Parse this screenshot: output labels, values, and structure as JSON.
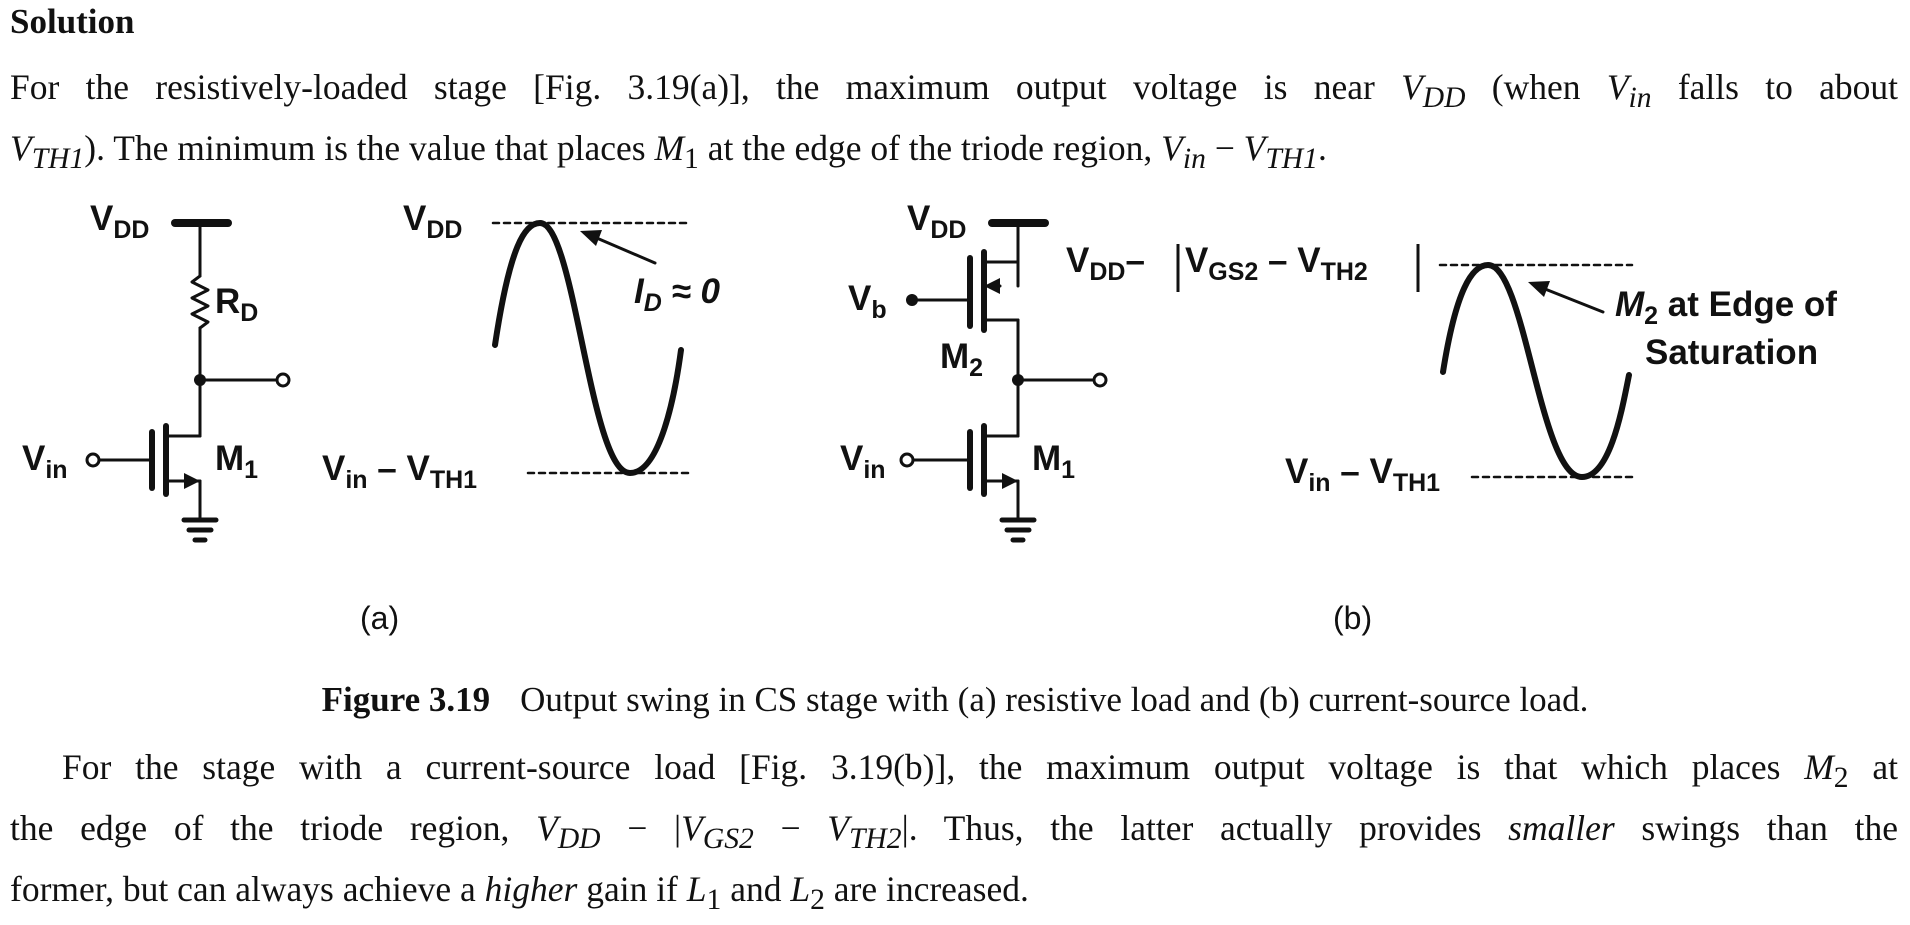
{
  "heading": "Solution",
  "paragraph1": {
    "line1": {
      "a": "For the resistively-loaded stage [Fig. 3.19(a)], the maximum output voltage is near ",
      "vdd": "V",
      "vdd_sub": "DD",
      "b": " (when ",
      "vin": "V",
      "vin_sub": "in",
      "c": " falls to about"
    },
    "line2": {
      "vth": "V",
      "vth_sub": "TH1",
      "a": "). The minimum is the value that places ",
      "m1": "M",
      "m1_sub": "1",
      "b": " at the edge of the triode region, ",
      "vin": "V",
      "vin_sub": "in",
      "minus": " − ",
      "vth2": "V",
      "vth2_sub": "TH1",
      "end": "."
    }
  },
  "figure": {
    "a": {
      "vdd": "V",
      "vdd_sub": "DD",
      "rd": "R",
      "rd_sub": "D",
      "vin": "V",
      "vin_sub": "in",
      "m1": "M",
      "m1_sub": "1",
      "wave_top": "V",
      "wave_top_sub": "DD",
      "id": "I",
      "id_sub": "D",
      "id_approx": " ≈ 0",
      "wave_bottom": "V",
      "wave_bottom_sub": "in",
      "wave_bottom_mid": " – V",
      "wave_bottom_sub2": "TH1",
      "label": "(a)"
    },
    "b": {
      "vdd": "V",
      "vdd_sub": "DD",
      "vb": "V",
      "vb_sub": "b",
      "m2": "M",
      "m2_sub": "2",
      "vin": "V",
      "vin_sub": "in",
      "m1": "M",
      "m1_sub": "1",
      "wave_top_a": "V",
      "wave_top_a_sub": "DD",
      "wave_top_b": "–",
      "wave_top_c": "V",
      "wave_top_c_sub": "GS2",
      "wave_top_d": " – V",
      "wave_top_d_sub": "TH2",
      "annot_m2": "M",
      "annot_m2_sub": "2",
      "annot_rest": " at Edge of",
      "annot_line2": "Saturation",
      "wave_bottom": "V",
      "wave_bottom_sub": "in",
      "wave_bottom_mid": " – V",
      "wave_bottom_sub2": "TH1",
      "label": "(b)"
    },
    "caption_num": "Figure 3.19",
    "caption_text": "Output swing in CS stage with (a) resistive load and (b) current-source load."
  },
  "paragraph2": {
    "line1": {
      "a": "For the stage with a current-source load [Fig. 3.19(b)], the maximum output voltage is that which places ",
      "m2": "M",
      "m2_sub": "2",
      "b": " at"
    },
    "line2": {
      "a": "the edge of the triode region, ",
      "vdd": "V",
      "vdd_sub": "DD",
      "b": " − |",
      "vgs": "V",
      "vgs_sub": "GS2",
      "c": " − ",
      "vth": "V",
      "vth_sub": "TH2",
      "d": "|. Thus, the latter actually provides ",
      "smaller": "smaller",
      "e": " swings than the"
    },
    "line3": {
      "a": "former, but can always achieve a ",
      "higher": "higher",
      "b": " gain if ",
      "l1": "L",
      "l1_sub": "1",
      "c": " and ",
      "l2": "L",
      "l2_sub": "2",
      "d": " are increased."
    }
  }
}
